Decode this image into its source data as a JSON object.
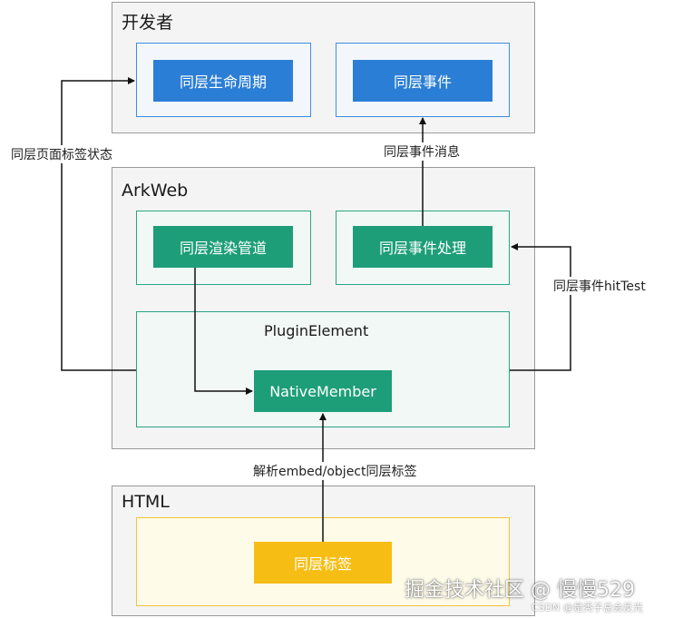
{
  "sections": {
    "developer": {
      "title": "开发者"
    },
    "arkweb": {
      "title": "ArkWeb"
    },
    "html": {
      "title": "HTML"
    }
  },
  "boxes": {
    "lifecycle": "同层生命周期",
    "event": "同层事件",
    "render_pipeline": "同层渲染管道",
    "event_handling": "同层事件处理",
    "plugin_element": "PluginElement",
    "native_member": "NativeMember",
    "same_layer_tag": "同层标签"
  },
  "edge_labels": {
    "page_tag_state": "同层页面标签状态",
    "event_message": "同层事件消息",
    "hit_test": "同层事件hitTest",
    "parse_embed": "解析embed/object同层标签"
  },
  "watermark": {
    "main": "掘金技术社区 @ 慢慢529",
    "sub": "CSDN @是秃子总会反光"
  },
  "colors": {
    "blue": "#2b7ed6",
    "green": "#1d9e79",
    "yellow": "#f6be14"
  }
}
